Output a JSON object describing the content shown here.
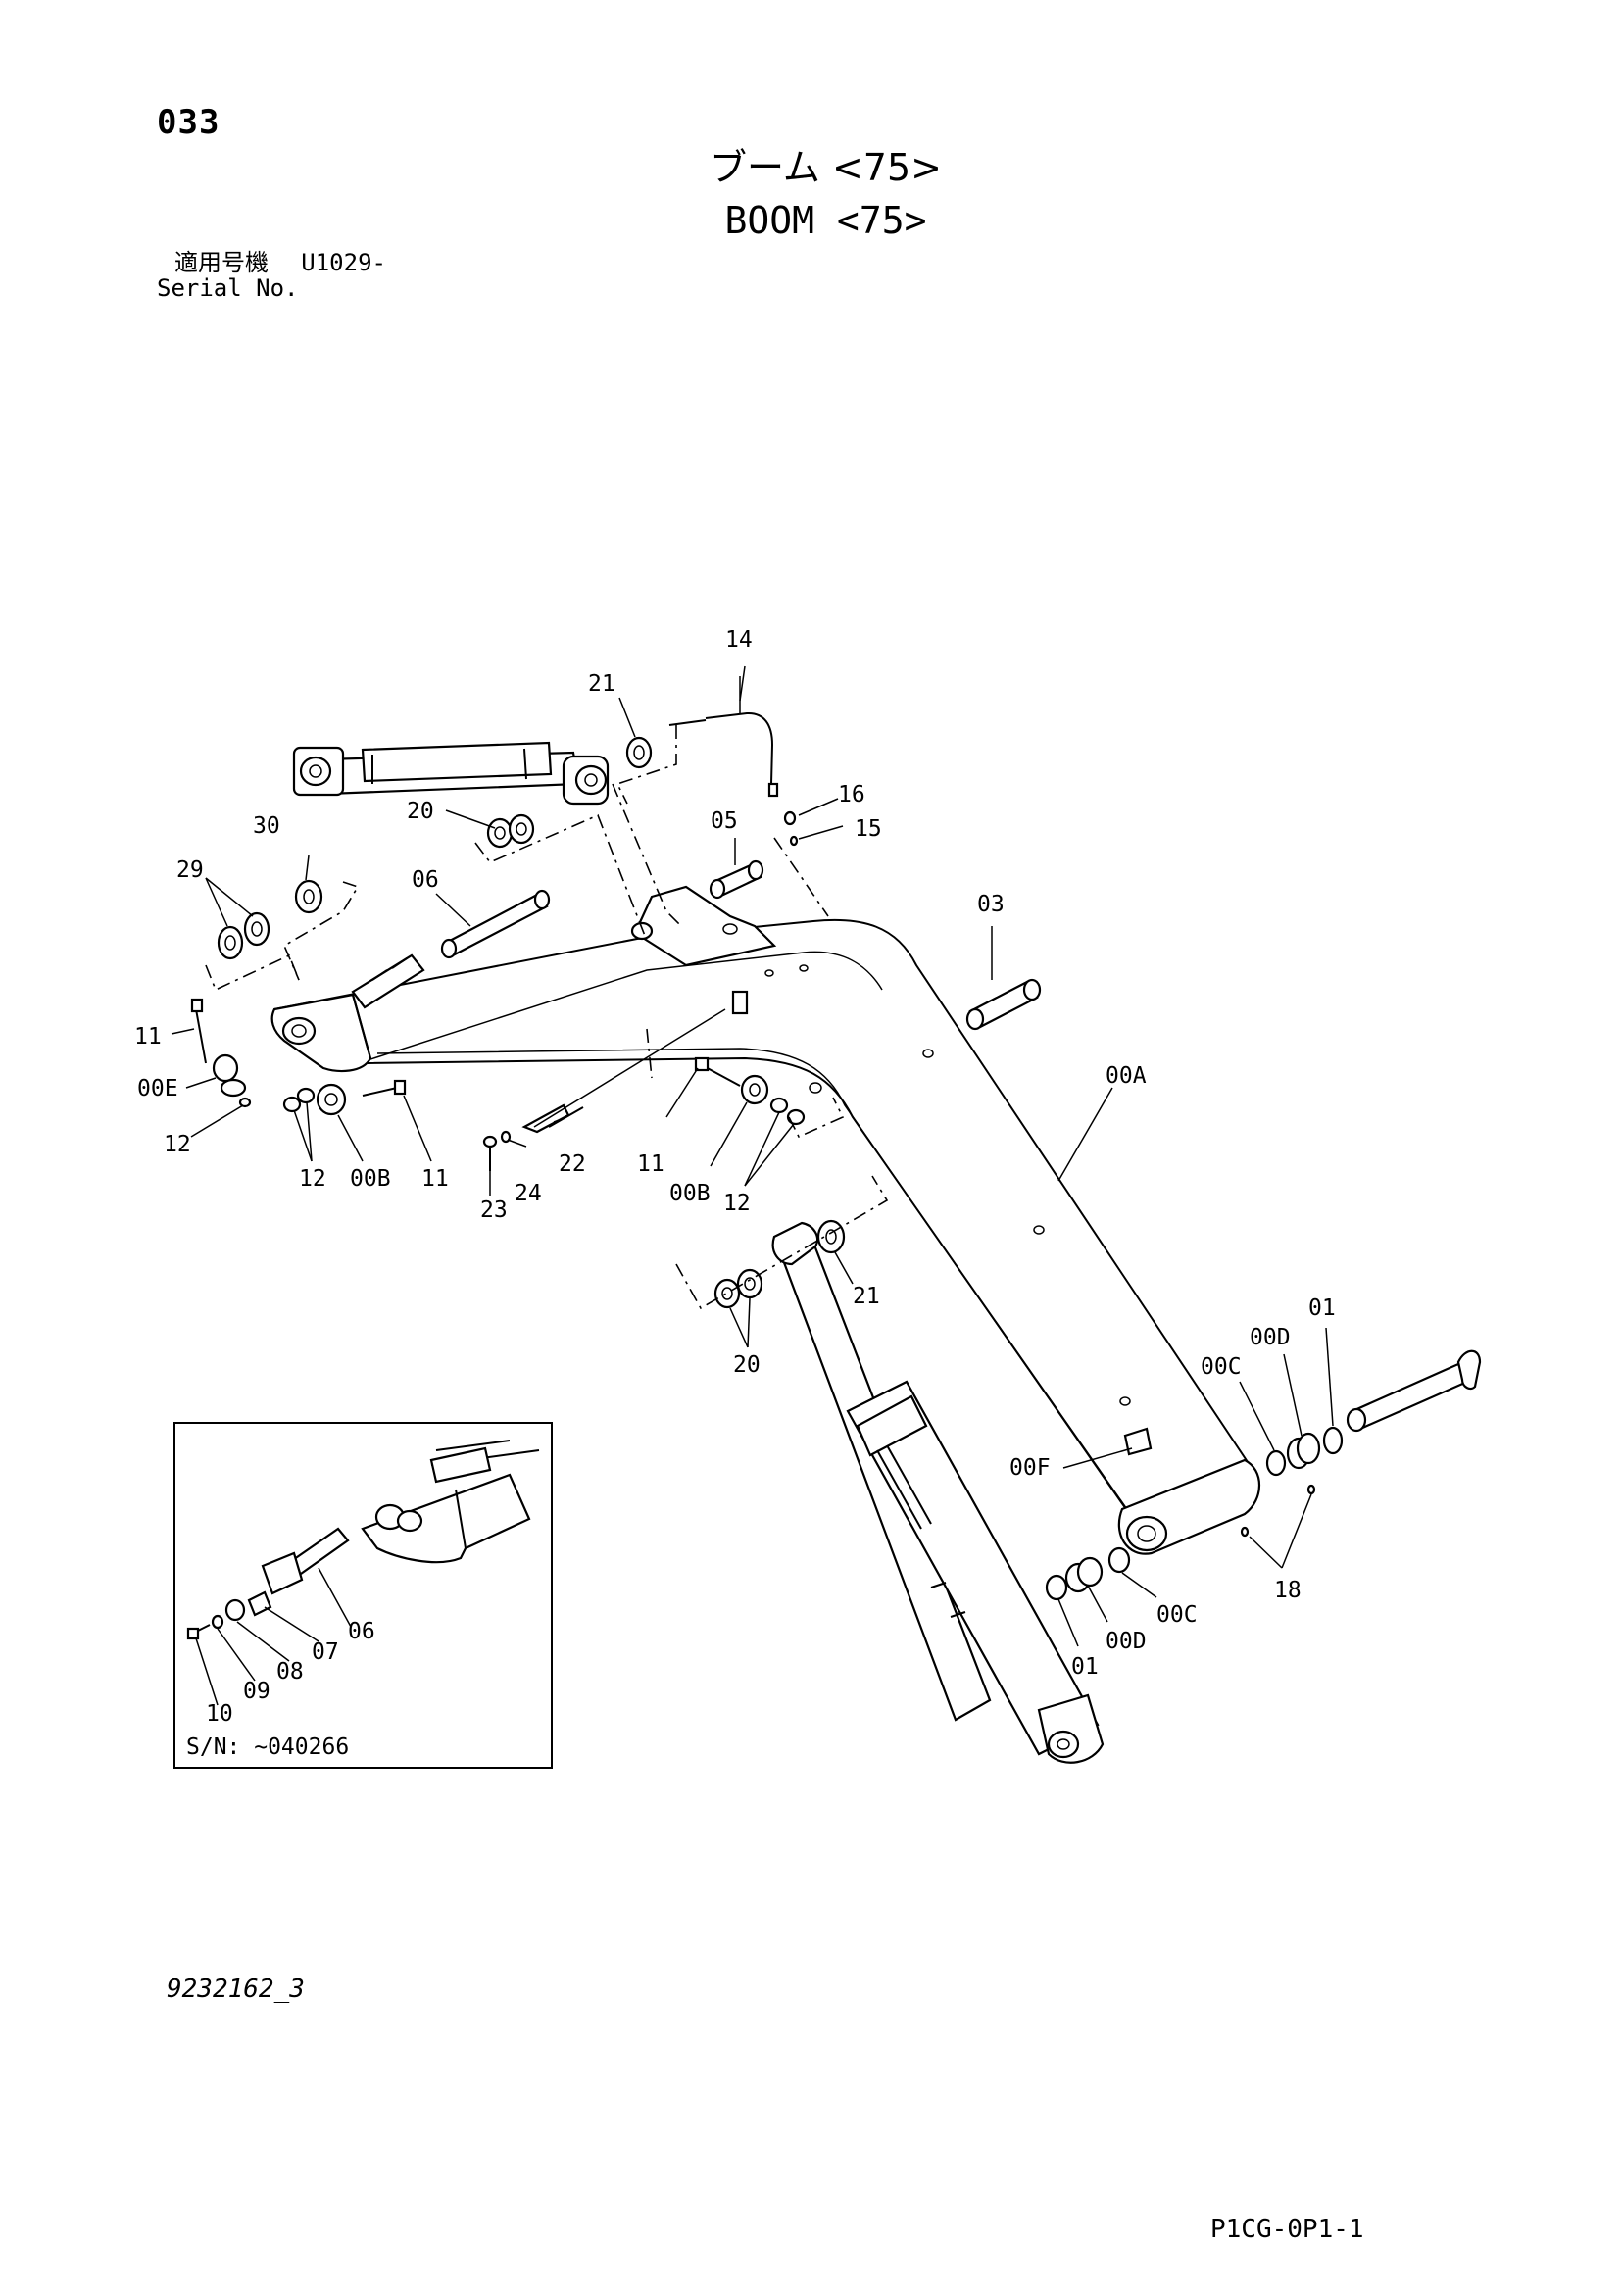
{
  "page_number": "033",
  "title_jp": "ブーム <75>",
  "title_en": "BOOM <75>",
  "applicable_model_label_jp": "適用号機",
  "applicable_serial": "U1029-",
  "serial_label_en": "Serial No.",
  "callouts": {
    "c14": "14",
    "c21a": "21",
    "c16": "16",
    "c15": "15",
    "c05": "05",
    "c20a": "20",
    "c30": "30",
    "c29": "29",
    "c06a": "06",
    "c03": "03",
    "c00A": "00A",
    "c11a": "11",
    "c00Ea": "00E",
    "c12a": "12",
    "c12b": "12",
    "c00Ba": "00B",
    "c11b": "11",
    "c23": "23",
    "c24": "24",
    "c22": "22",
    "c11c": "11",
    "c00Bb": "00B",
    "c12c": "12",
    "c21b": "21",
    "c20b": "20",
    "c01a": "01",
    "c00Da": "00D",
    "c00Ca": "00C",
    "c00F": "00F",
    "c18": "18",
    "c00Cb": "00C",
    "c00Db": "00D",
    "c01b": "01",
    "c06b": "06",
    "c07": "07",
    "c08": "08",
    "c09": "09",
    "c10": "10"
  },
  "inset_serial_note": "S/N: ~040266",
  "document_code": "9232162_3",
  "footer_code": "P1CG-0P1-1"
}
